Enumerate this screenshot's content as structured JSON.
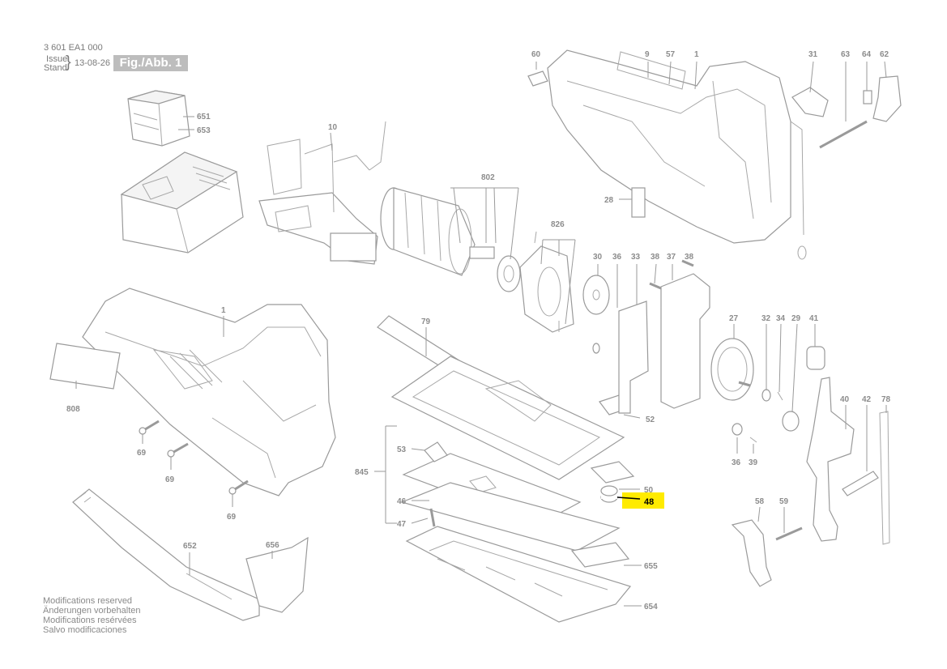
{
  "header": {
    "doc_number": "3 601 EA1 000",
    "issue_label": "Issue",
    "stand_label": "Stand",
    "date": "13-08-26",
    "figure_label": "Fig./Abb. 1"
  },
  "footer": {
    "lines": [
      "Modifications reserved",
      "Änderungen vorbehalten",
      "Modifications resérvées",
      "Salvo modificaciones"
    ]
  },
  "highlight": {
    "part": "48",
    "color": "#ffeb00"
  },
  "parts": {
    "p651": "651",
    "p653": "653",
    "p10": "10",
    "p802": "802",
    "p826": "826",
    "p60": "60",
    "p9": "9",
    "p57": "57",
    "p1a": "1",
    "p31": "31",
    "p63": "63",
    "p64": "64",
    "p62": "62",
    "p28": "28",
    "p30": "30",
    "p36a": "36",
    "p33": "33",
    "p38a": "38",
    "p37": "37",
    "p38b": "38",
    "p1b": "1",
    "p808": "808",
    "p69a": "69",
    "p69b": "69",
    "p69c": "69",
    "p79": "79",
    "p27": "27",
    "p32": "32",
    "p34": "34",
    "p29": "29",
    "p41": "41",
    "p52": "52",
    "p53": "53",
    "p845": "845",
    "p50": "50",
    "p46": "46",
    "p47": "47",
    "p36b": "36",
    "p39": "39",
    "p40": "40",
    "p42": "42",
    "p78": "78",
    "p58": "58",
    "p59": "59",
    "p652": "652",
    "p656": "656",
    "p655": "655",
    "p654": "654"
  }
}
